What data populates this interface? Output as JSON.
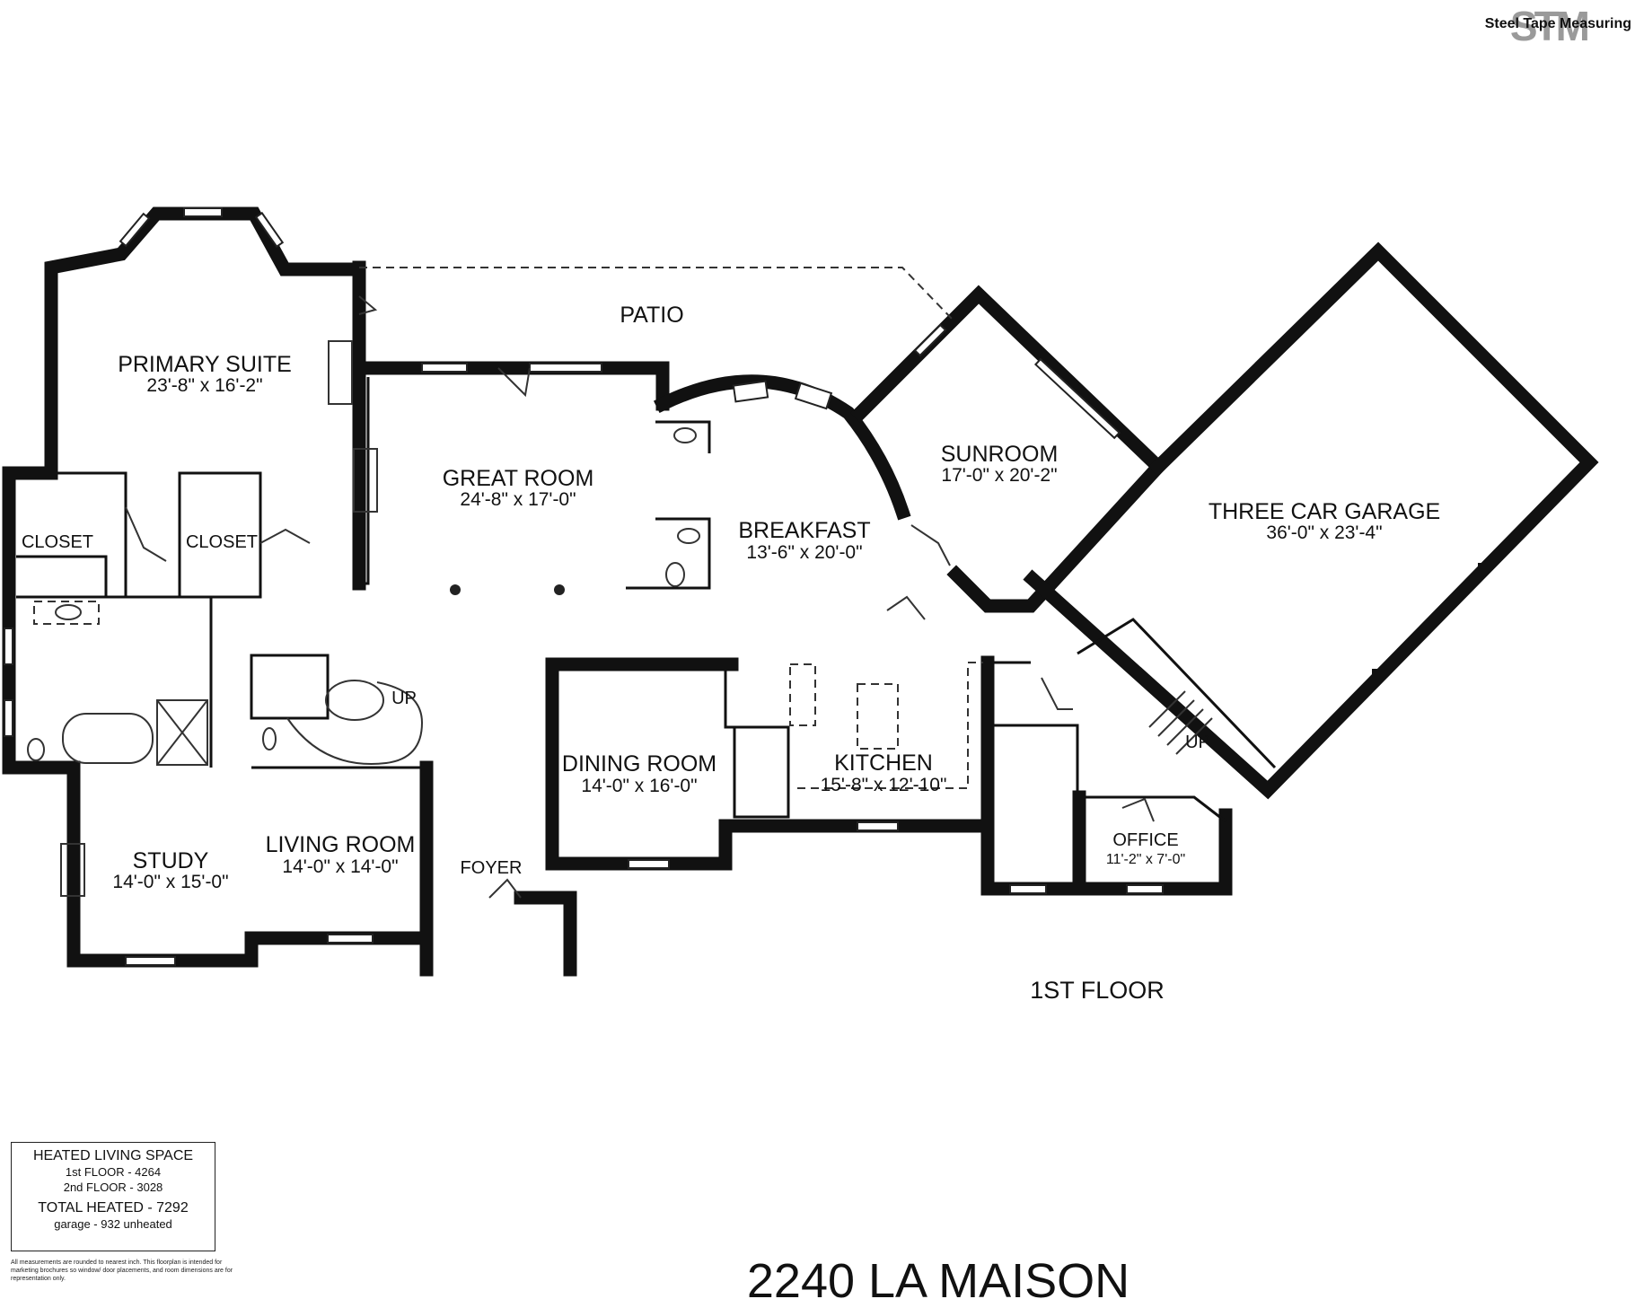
{
  "brand": {
    "monogram": "STM",
    "text": "Steel Tape Measuring"
  },
  "title": "2240 LA MAISON",
  "floor_label": "1ST FLOOR",
  "rooms": {
    "primary_suite": {
      "name": "PRIMARY SUITE",
      "dim": "23'-8\" x 16'-2\""
    },
    "patio": {
      "name": "PATIO"
    },
    "great_room": {
      "name": "GREAT ROOM",
      "dim": "24'-8\" x 17'-0\""
    },
    "breakfast": {
      "name": "BREAKFAST",
      "dim": "13'-6\" x 20'-0\""
    },
    "sunroom": {
      "name": "SUNROOM",
      "dim": "17'-0\" x 20'-2\""
    },
    "garage": {
      "name": "THREE CAR GARAGE",
      "dim": "36'-0\" x 23'-4\""
    },
    "closet_left": {
      "name": "CLOSET"
    },
    "closet_right": {
      "name": "CLOSET"
    },
    "dining_room": {
      "name": "DINING ROOM",
      "dim": "14'-0\" x 16'-0\""
    },
    "kitchen": {
      "name": "KITCHEN",
      "dim": "15'-8\" x 12'-10\""
    },
    "study": {
      "name": "STUDY",
      "dim": "14'-0\" x 15'-0\""
    },
    "living_room": {
      "name": "LIVING ROOM",
      "dim": "14'-0\" x 14'-0\""
    },
    "foyer": {
      "name": "FOYER"
    },
    "office": {
      "name": "OFFICE",
      "dim": "11'-2\" x 7'-0\""
    },
    "stair_main_up": "UP",
    "stair_garage_up": "UP"
  },
  "legend": {
    "heading": "HEATED LIVING SPACE",
    "first_floor": "1st FLOOR - 4264",
    "second_floor": "2nd FLOOR - 3028",
    "total": "TOTAL HEATED - 7292",
    "garage": "garage - 932 unheated"
  },
  "disclaimer": "All measurements are rounded to nearest inch. This floorplan is intended for marketing brochures so window/ door placements, and room dimensions are for representation only."
}
